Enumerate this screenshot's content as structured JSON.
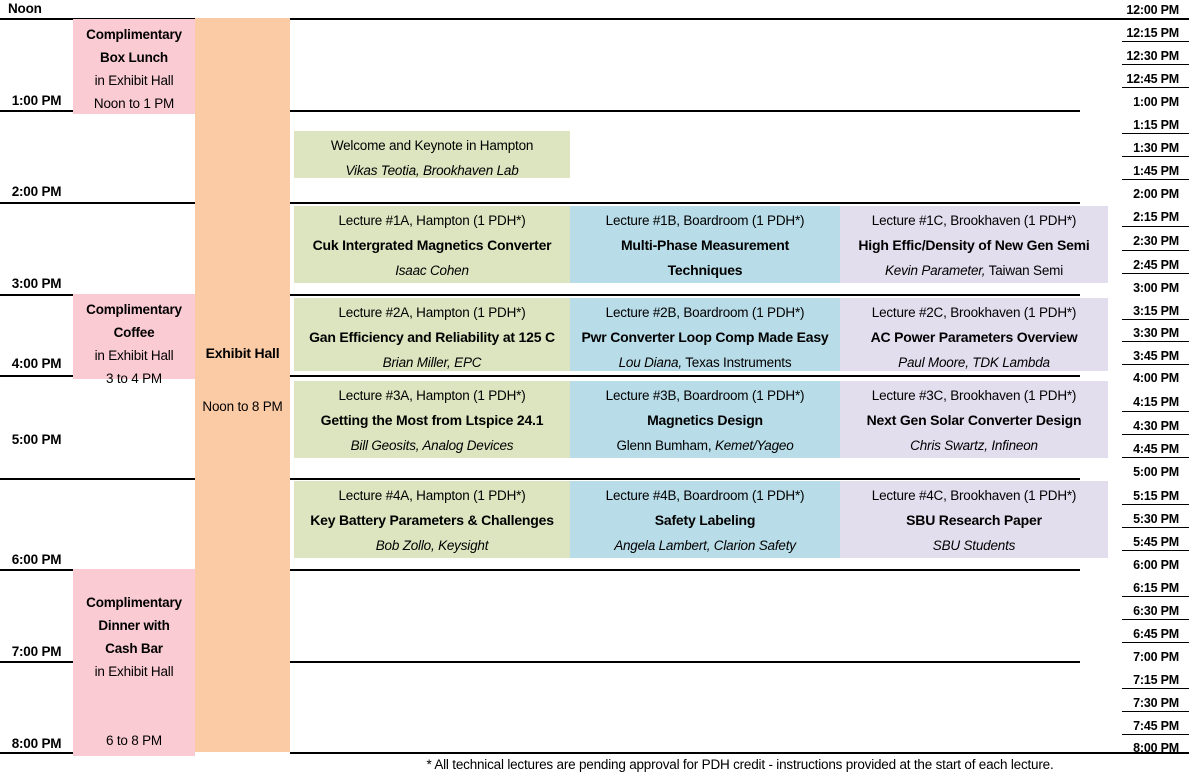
{
  "meta": {
    "noon_label": "Noon",
    "footnote": "* All technical lectures are pending approval for PDH credit - instructions provided at the start of each lecture."
  },
  "colors": {
    "pink": "#FBCBD3",
    "orange": "#FBCBA5",
    "green": "#DCE5C0",
    "blue": "#B8DCE8",
    "purple": "#E2DEEE",
    "rule": "#000000"
  },
  "left_times": [
    {
      "label": "1:00 PM"
    },
    {
      "label": "2:00 PM"
    },
    {
      "label": "3:00 PM"
    },
    {
      "label": "4:00 PM"
    },
    {
      "label": "5:00 PM"
    },
    {
      "label": "6:00 PM"
    },
    {
      "label": "7:00 PM"
    },
    {
      "label": "8:00 PM"
    }
  ],
  "right_times": [
    {
      "label": "12:00 PM"
    },
    {
      "label": "12:15 PM"
    },
    {
      "label": "12:30 PM"
    },
    {
      "label": "12:45 PM"
    },
    {
      "label": "1:00 PM"
    },
    {
      "label": "1:15 PM"
    },
    {
      "label": "1:30 PM"
    },
    {
      "label": "1:45 PM"
    },
    {
      "label": "2:00 PM"
    },
    {
      "label": "2:15 PM"
    },
    {
      "label": "2:30 PM"
    },
    {
      "label": "2:45 PM"
    },
    {
      "label": "3:00 PM"
    },
    {
      "label": "3:15 PM"
    },
    {
      "label": "3:30 PM"
    },
    {
      "label": "3:45 PM"
    },
    {
      "label": "4:00 PM"
    },
    {
      "label": "4:15 PM"
    },
    {
      "label": "4:30 PM"
    },
    {
      "label": "4:45 PM"
    },
    {
      "label": "5:00 PM"
    },
    {
      "label": "5:15 PM"
    },
    {
      "label": "5:30 PM"
    },
    {
      "label": "5:45 PM"
    },
    {
      "label": "6:00 PM"
    },
    {
      "label": "6:15 PM"
    },
    {
      "label": "6:30 PM"
    },
    {
      "label": "6:45 PM"
    },
    {
      "label": "7:00 PM"
    },
    {
      "label": "7:15 PM"
    },
    {
      "label": "7:30 PM"
    },
    {
      "label": "7:45 PM"
    },
    {
      "label": "8:00 PM"
    }
  ],
  "exhibit_hall": {
    "title": "Exhibit Hall",
    "hours": "Noon to 8 PM"
  },
  "food_blocks": [
    {
      "line1": "Complimentary",
      "line2": "Box Lunch",
      "line3": "in Exhibit Hall",
      "line4": "Noon to 1 PM"
    },
    {
      "line1": "Complimentary",
      "line2": "Coffee",
      "line3": "in Exhibit Hall",
      "line4": "3 to 4 PM"
    },
    {
      "line1": "Complimentary",
      "line2": "Dinner with",
      "line3": "Cash Bar",
      "line4": "in Exhibit Hall",
      "line5": "",
      "line6": "6 to 8 PM"
    }
  ],
  "keynote": {
    "room": "Welcome and Keynote in Hampton",
    "speaker": "Vikas Teotia, Brookhaven Lab"
  },
  "sessions": [
    {
      "room": "Lecture #1A, Hampton (1 PDH*)",
      "title": "Cuk Intergrated Magnetics Converter",
      "speaker_italic": "Isaac Cohen",
      "speaker_plain": ""
    },
    {
      "room": "Lecture #1B, Boardroom  (1 PDH*)",
      "title": "Multi-Phase Measurement",
      "title2": "Techniques",
      "speaker_italic": "",
      "speaker_plain": ""
    },
    {
      "room": "Lecture #1C, Brookhaven (1 PDH*)",
      "title": "High Effic/Density of New Gen Semi",
      "speaker_italic": "Kevin Parameter,",
      "speaker_plain": " Taiwan Semi"
    },
    {
      "room": "Lecture #2A, Hampton (1 PDH*)",
      "title": "Gan Efficiency and Reliability at 125 C",
      "speaker_italic": "Brian Miller, EPC",
      "speaker_plain": ""
    },
    {
      "room": "Lecture #2B, Boardroom (1 PDH*)",
      "title": "Pwr Converter Loop Comp Made Easy",
      "speaker_italic": "Lou Diana,",
      "speaker_plain": " Texas Instruments"
    },
    {
      "room": "Lecture #2C, Brookhaven (1 PDH*)",
      "title": "AC Power Parameters Overview",
      "speaker_italic": "Paul Moore, TDK Lambda",
      "speaker_plain": ""
    },
    {
      "room": "Lecture #3A, Hampton  (1 PDH*)",
      "title": "Getting the Most from Ltspice 24.1",
      "speaker_italic": "Bill Geosits, Analog Devices",
      "speaker_plain": ""
    },
    {
      "room": "Lecture #3B, Boardroom (1 PDH*)",
      "title": "Magnetics Design",
      "speaker_italic": "",
      "speaker_plain": "Glenn Bumham, ",
      "speaker_italic2": "Kemet/Yageo"
    },
    {
      "room": "Lecture #3C, Brookhaven (1 PDH*)",
      "title": "Next Gen Solar Converter Design",
      "speaker_italic": "Chris Swartz, Infineon",
      "speaker_plain": ""
    },
    {
      "room": "Lecture #4A, Hampton (1 PDH*)",
      "title": "Key Battery Parameters &  Challenges",
      "speaker_italic": "Bob Zollo, Keysight",
      "speaker_plain": ""
    },
    {
      "room": "Lecture #4B, Boardroom (1 PDH*)",
      "title": "Safety Labeling",
      "speaker_italic": "Angela Lambert, Clarion Safety",
      "speaker_plain": ""
    },
    {
      "room": "Lecture #4C, Brookhaven (1 PDH*)",
      "title": "SBU Research Paper",
      "speaker_italic": "SBU Students",
      "speaker_plain": ""
    }
  ]
}
